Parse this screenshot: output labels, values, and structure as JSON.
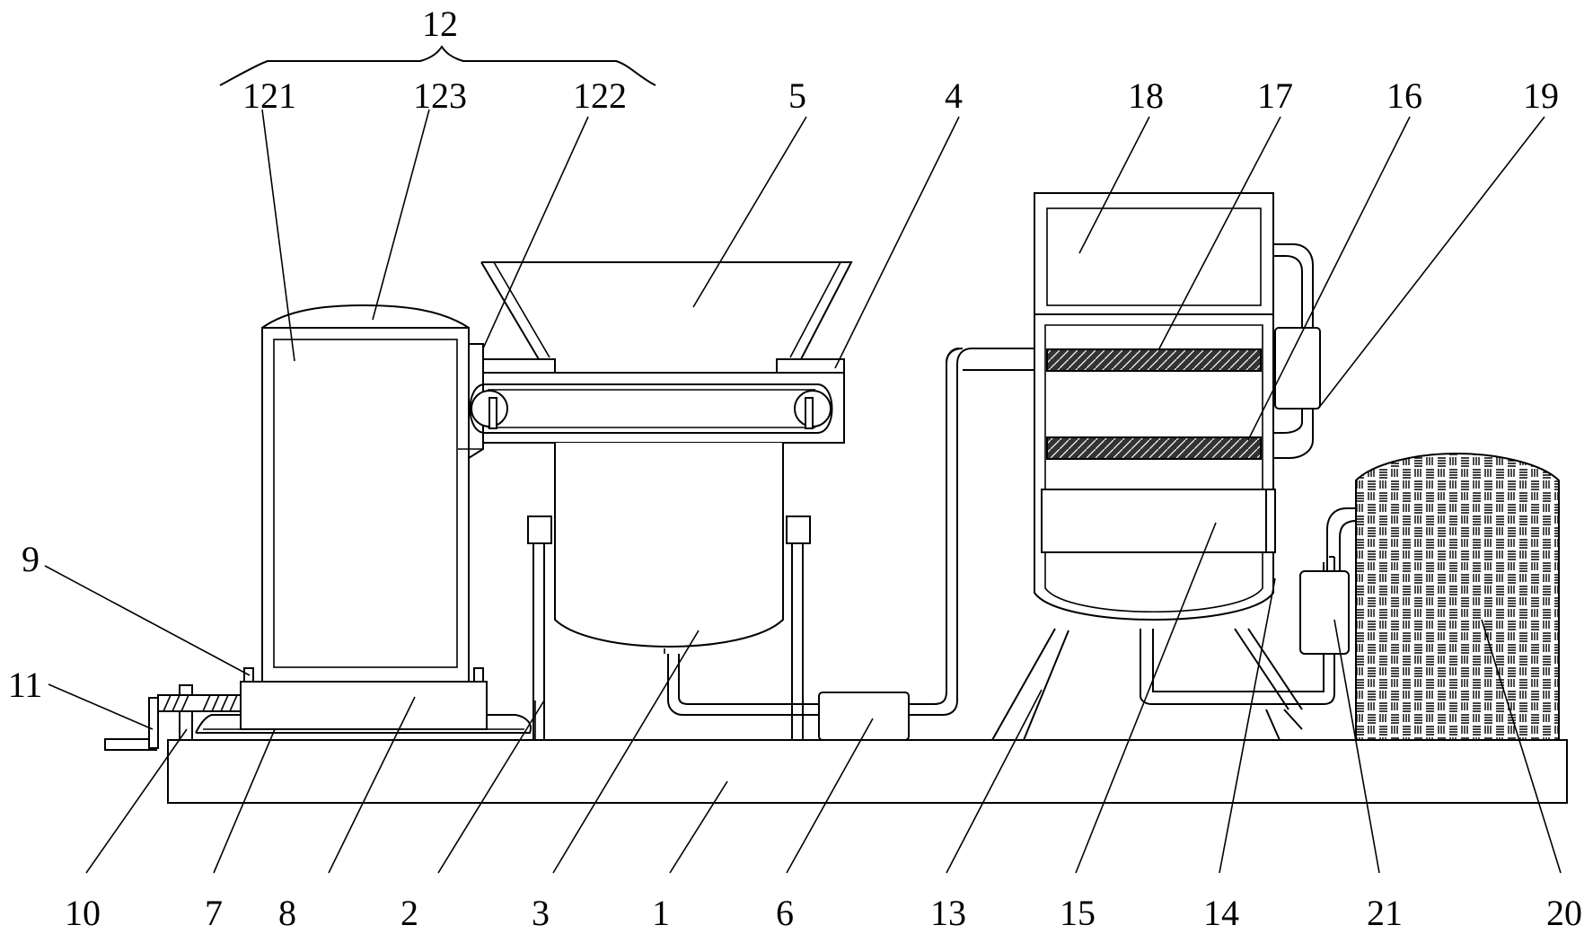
{
  "labels": {
    "group_12": "12",
    "p121": "121",
    "p123": "123",
    "p122": "122",
    "p5": "5",
    "p4": "4",
    "p18": "18",
    "p17": "17",
    "p16": "16",
    "p19": "19",
    "p9": "9",
    "p11": "11",
    "p10": "10",
    "p7": "7",
    "p8": "8",
    "p2": "2",
    "p3": "3",
    "p1": "1",
    "p6": "6",
    "p13": "13",
    "p15": "15",
    "p14": "14",
    "p21": "21",
    "p20": "20"
  }
}
